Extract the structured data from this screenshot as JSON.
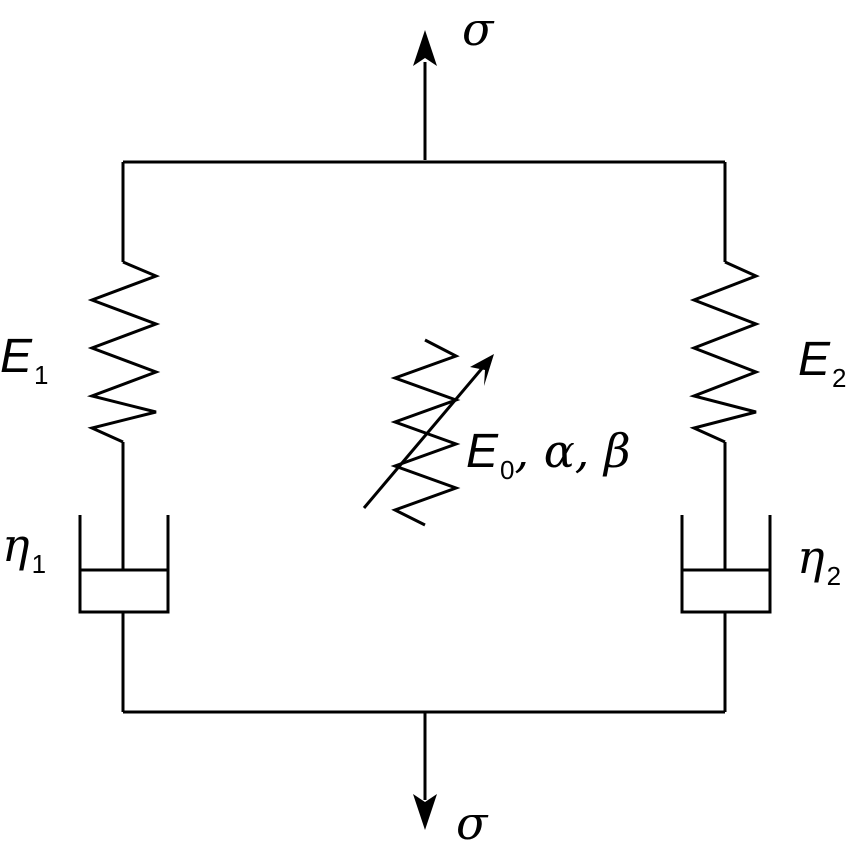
{
  "labels": {
    "stress_top": "σ",
    "stress_bottom": "σ",
    "E1": {
      "symbol": "E",
      "sub": "1"
    },
    "E2": {
      "symbol": "E",
      "sub": "2"
    },
    "eta1": {
      "symbol": "η",
      "sub": "1"
    },
    "eta2": {
      "symbol": "η",
      "sub": "2"
    },
    "E0": {
      "symbol": "E",
      "sub": "0",
      "rest": ", α, β"
    }
  },
  "colors": {
    "line": "#000000",
    "background": "#ffffff"
  }
}
